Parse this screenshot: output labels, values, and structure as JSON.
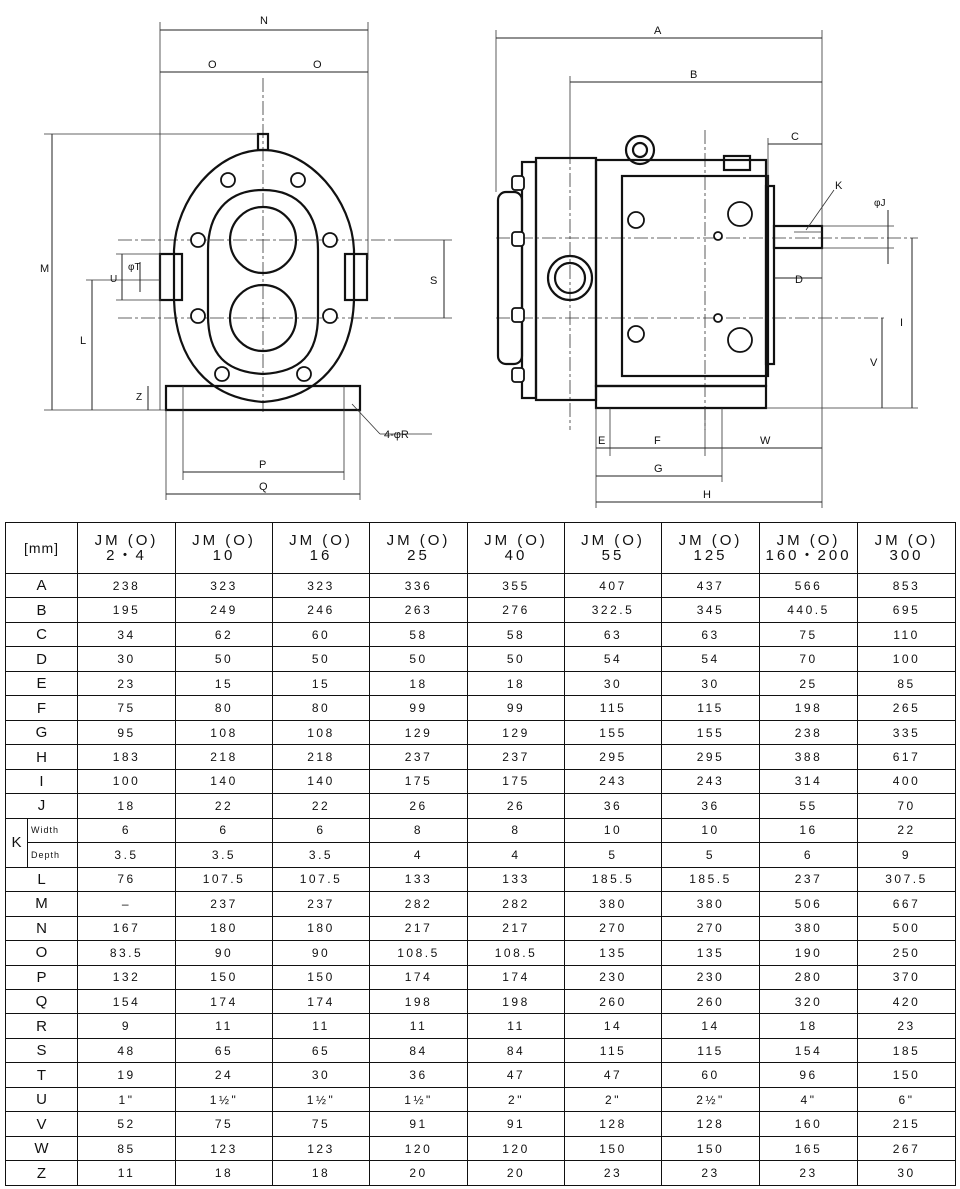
{
  "drawing": {
    "front_labels": [
      "N",
      "O",
      "O",
      "M",
      "L",
      "U",
      "φT",
      "S",
      "Z",
      "P",
      "Q",
      "4-φR"
    ],
    "side_labels": [
      "A",
      "B",
      "C",
      "K",
      "φJ",
      "D",
      "I",
      "V",
      "E",
      "F",
      "W",
      "G",
      "H"
    ]
  },
  "table": {
    "unit_header": "[mm]",
    "k_label": "K",
    "models": [
      {
        "line1": "JM (O)",
        "line2": "2・4"
      },
      {
        "line1": "JM (O)",
        "line2": "10"
      },
      {
        "line1": "JM (O)",
        "line2": "16"
      },
      {
        "line1": "JM (O)",
        "line2": "25"
      },
      {
        "line1": "JM (O)",
        "line2": "40"
      },
      {
        "line1": "JM (O)",
        "line2": "55"
      },
      {
        "line1": "JM (O)",
        "line2": "125"
      },
      {
        "line1": "JM (O)",
        "line2": "160・200"
      },
      {
        "line1": "JM (O)",
        "line2": "300"
      }
    ],
    "rows": [
      {
        "label": "A",
        "values": [
          "238",
          "323",
          "323",
          "336",
          "355",
          "407",
          "437",
          "566",
          "853"
        ]
      },
      {
        "label": "B",
        "values": [
          "195",
          "249",
          "246",
          "263",
          "276",
          "322.5",
          "345",
          "440.5",
          "695"
        ]
      },
      {
        "label": "C",
        "values": [
          "34",
          "62",
          "60",
          "58",
          "58",
          "63",
          "63",
          "75",
          "110"
        ]
      },
      {
        "label": "D",
        "values": [
          "30",
          "50",
          "50",
          "50",
          "50",
          "54",
          "54",
          "70",
          "100"
        ]
      },
      {
        "label": "E",
        "values": [
          "23",
          "15",
          "15",
          "18",
          "18",
          "30",
          "30",
          "25",
          "85"
        ]
      },
      {
        "label": "F",
        "values": [
          "75",
          "80",
          "80",
          "99",
          "99",
          "115",
          "115",
          "198",
          "265"
        ]
      },
      {
        "label": "G",
        "values": [
          "95",
          "108",
          "108",
          "129",
          "129",
          "155",
          "155",
          "238",
          "335"
        ]
      },
      {
        "label": "H",
        "values": [
          "183",
          "218",
          "218",
          "237",
          "237",
          "295",
          "295",
          "388",
          "617"
        ]
      },
      {
        "label": "I",
        "values": [
          "100",
          "140",
          "140",
          "175",
          "175",
          "243",
          "243",
          "314",
          "400"
        ]
      },
      {
        "label": "J",
        "values": [
          "18",
          "22",
          "22",
          "26",
          "26",
          "36",
          "36",
          "55",
          "70"
        ]
      },
      {
        "label": "Width",
        "values": [
          "6",
          "6",
          "6",
          "8",
          "8",
          "10",
          "10",
          "16",
          "22"
        ]
      },
      {
        "label": "Depth",
        "values": [
          "3.5",
          "3.5",
          "3.5",
          "4",
          "4",
          "5",
          "5",
          "6",
          "9"
        ]
      },
      {
        "label": "L",
        "values": [
          "76",
          "107.5",
          "107.5",
          "133",
          "133",
          "185.5",
          "185.5",
          "237",
          "307.5"
        ]
      },
      {
        "label": "M",
        "values": [
          "–",
          "237",
          "237",
          "282",
          "282",
          "380",
          "380",
          "506",
          "667"
        ]
      },
      {
        "label": "N",
        "values": [
          "167",
          "180",
          "180",
          "217",
          "217",
          "270",
          "270",
          "380",
          "500"
        ]
      },
      {
        "label": "O",
        "values": [
          "83.5",
          "90",
          "90",
          "108.5",
          "108.5",
          "135",
          "135",
          "190",
          "250"
        ]
      },
      {
        "label": "P",
        "values": [
          "132",
          "150",
          "150",
          "174",
          "174",
          "230",
          "230",
          "280",
          "370"
        ]
      },
      {
        "label": "Q",
        "values": [
          "154",
          "174",
          "174",
          "198",
          "198",
          "260",
          "260",
          "320",
          "420"
        ]
      },
      {
        "label": "R",
        "values": [
          "9",
          "11",
          "11",
          "11",
          "11",
          "14",
          "14",
          "18",
          "23"
        ]
      },
      {
        "label": "S",
        "values": [
          "48",
          "65",
          "65",
          "84",
          "84",
          "115",
          "115",
          "154",
          "185"
        ]
      },
      {
        "label": "T",
        "values": [
          "19",
          "24",
          "30",
          "36",
          "47",
          "47",
          "60",
          "96",
          "150"
        ]
      },
      {
        "label": "U",
        "values": [
          "1\"",
          "1½\"",
          "1½\"",
          "1½\"",
          "2\"",
          "2\"",
          "2½\"",
          "4\"",
          "6\""
        ]
      },
      {
        "label": "V",
        "values": [
          "52",
          "75",
          "75",
          "91",
          "91",
          "128",
          "128",
          "160",
          "215"
        ]
      },
      {
        "label": "W",
        "values": [
          "85",
          "123",
          "123",
          "120",
          "120",
          "150",
          "150",
          "165",
          "267"
        ]
      },
      {
        "label": "Z",
        "values": [
          "11",
          "18",
          "18",
          "20",
          "20",
          "23",
          "23",
          "23",
          "30"
        ]
      }
    ]
  }
}
